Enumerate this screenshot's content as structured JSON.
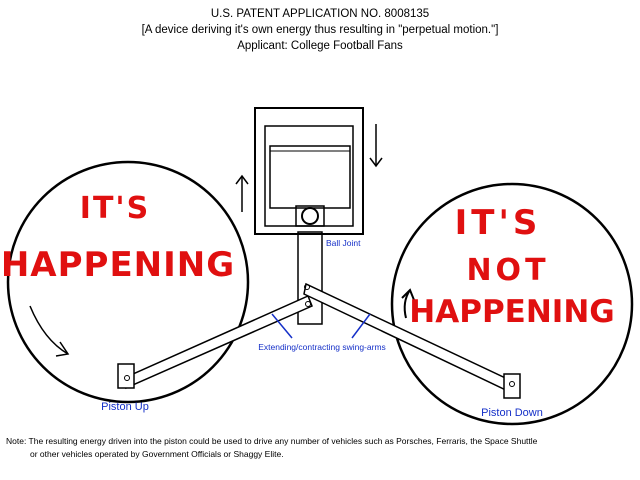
{
  "header": {
    "title": "U.S. PATENT APPLICATION NO. 8008135",
    "subtitle": "[A device deriving it's own energy thus resulting in \"perpetual motion.\"]",
    "applicant": "Applicant: College Football Fans"
  },
  "left_wheel": {
    "line1": "IT'S",
    "line2": "HAPPENING"
  },
  "right_wheel": {
    "line1": "IT'S",
    "line2": "NOT",
    "line3": "HAPPENING"
  },
  "labels": {
    "ball_joint": "Ball Joint",
    "swing_arms": "Extending/contracting swing-arms",
    "piston_up": "Piston Up",
    "piston_down": "Piston Down"
  },
  "note": {
    "line1": "Note: The resulting energy driven into the piston could be used to drive any number of vehicles such as Porsches, Ferraris, the Space Shuttle",
    "line2": "or other vehicles operated by Government Officials or Shaggy Elite."
  },
  "colors": {
    "ink": "#000000",
    "scrawl": "#e01010",
    "labels": "#1530c8"
  }
}
